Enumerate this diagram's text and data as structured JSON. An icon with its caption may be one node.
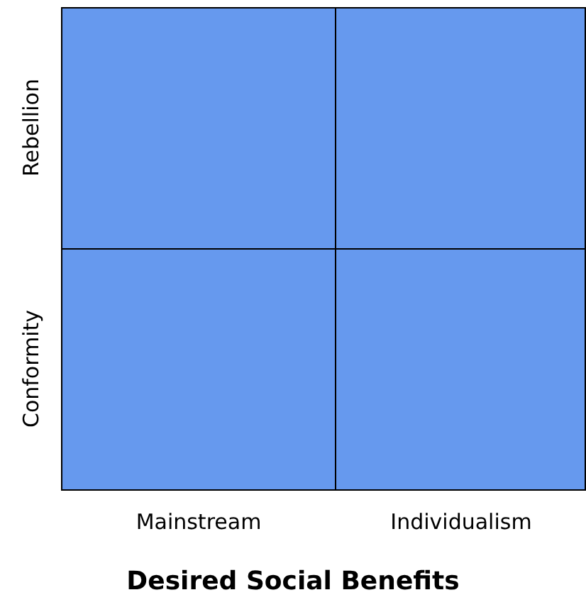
{
  "diagram": {
    "caption": "Desired Social Benefits",
    "nodes": [
      {
        "text": [],
        "shape": "box"
      },
      {
        "text": [],
        "shape": "box"
      },
      {
        "text": [],
        "shape": "box"
      },
      {
        "text": [],
        "shape": "box"
      }
    ],
    "labels": [
      "Rebellion",
      "Conformity",
      "Mainstream",
      "Individualism"
    ]
  }
}
